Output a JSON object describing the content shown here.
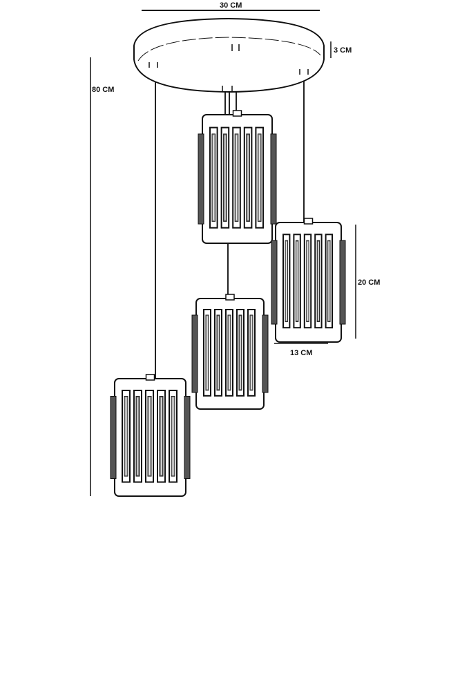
{
  "dimensions": {
    "canopy_width": "30 CM",
    "canopy_height": "3 CM",
    "total_height": "80 CM",
    "shade_height": "20 CM",
    "shade_width": "13 CM"
  },
  "colors": {
    "ink": "#111111",
    "background": "#ffffff"
  }
}
